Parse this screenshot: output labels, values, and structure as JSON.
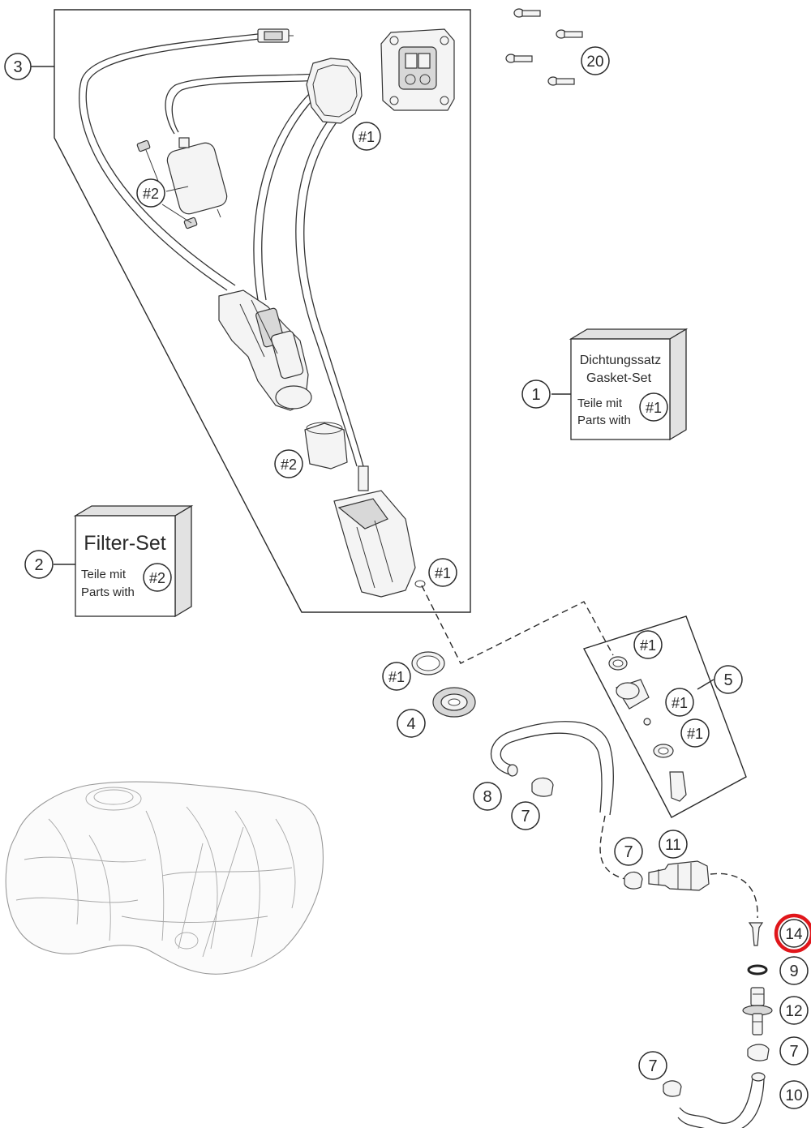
{
  "callouts": {
    "c1": "1",
    "c2": "2",
    "c3": "3",
    "c4": "4",
    "c5": "5",
    "c7a": "7",
    "c7b": "7",
    "c7c": "7",
    "c7d": "7",
    "c8": "8",
    "c9": "9",
    "c10": "10",
    "c11": "11",
    "c12": "12",
    "c14": "14",
    "c20": "20",
    "h1_top": "#1",
    "h1_pump": "#1",
    "h1_ring": "#1",
    "h1_r5a": "#1",
    "h1_r5b": "#1",
    "h1_r5c": "#1",
    "h2_filter": "#2",
    "h2_sleeve": "#2"
  },
  "gasket_set": {
    "line1": "Dichtungssatz",
    "line2": "Gasket-Set",
    "line3": "Teile mit",
    "line4": "Parts with",
    "ref": "#1"
  },
  "filter_set": {
    "title": "Filter-Set",
    "line1": "Teile mit",
    "line2": "Parts with",
    "ref": "#2"
  },
  "highlight": {
    "target": "14",
    "color": "#e0161b"
  }
}
